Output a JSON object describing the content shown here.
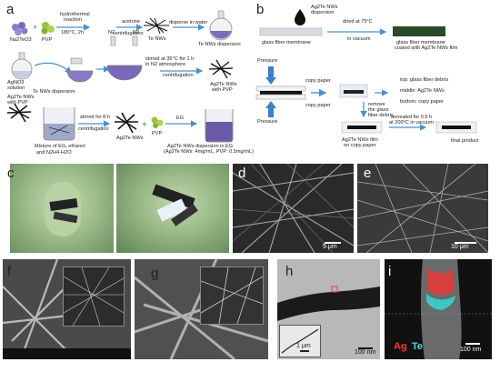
{
  "panels": {
    "a": "a",
    "b": "b",
    "c": "c",
    "d": "d",
    "e": "e",
    "f": "f",
    "g": "g",
    "h": "h",
    "i": "i"
  },
  "a": {
    "na2teo3": "Na2TeO3",
    "pvp": "PVP",
    "hydrothermal_1": "hydrothermal",
    "hydrothermal_2": "reaction",
    "hydrothermal_3": "180°C, 2h",
    "acetone": "acetone",
    "centrifugation_1": "centrifugation",
    "te_nws": "Te NWs",
    "disperse": "disperse in water",
    "te_dispersion_1": "Te NWs dispersion",
    "agno3_1": "AgNO3",
    "agno3_2": "solution",
    "n2_a": "N2",
    "n2_b": "N2",
    "te_dispersion_2": "Te NWs dispersion",
    "stirred_1": "stirred at 35°C for 1 h",
    "stirred_2": "in N2 atmosphere",
    "centrifugation_2": "centrifugation",
    "ag2te_pvp_1a": "Ag2Te NWs",
    "ag2te_pvp_1b": "with PVP",
    "ag2te_pvp_2a": "Ag2Te NWs",
    "ag2te_pvp_2b": "with PVP",
    "stirred8_1": "stirred for 8 h",
    "centrifugation_3": "centrifugation",
    "mixture_1": "Mixture of EG, ethanol",
    "mixture_2": "and N2H4·H2O",
    "ag2te_nws": "Ag2Te NWs",
    "pvp2": "PVP",
    "eg": "EG",
    "eg_disp_1": "Ag2Te NWs dispersion in EG",
    "eg_disp_2": "(Ag2Te NWs: 4mg/mL, PVP: 0.5mg/mL)"
  },
  "b": {
    "ag2te_disp_1": "Ag2Te NWs",
    "ag2te_disp_2": "dispersion",
    "glass_fiber": "glass fiber membrane",
    "dried_1": "dried at 75°C",
    "dried_2": "in vacuum",
    "coated_1": "glass fiber membrane",
    "coated_2": "coated with Ag2Te NWs film",
    "pressure_top": "Pressure",
    "copy_paper_top": "copy paper",
    "copy_paper_bottom": "copy paper",
    "pressure_bottom": "Pressure",
    "top_layer": "top: glass fiber debris",
    "middle_layer": "middle: Ag2Te NWs",
    "bottom_layer": "bottom: copy paper",
    "remove_1": "remove",
    "remove_2": "the glass",
    "remove_3": "fiber debris",
    "film_on_paper_1": "Ag2Te NWs film",
    "film_on_paper_2": "on copy paper",
    "annealed_1": "annealed for 0.5 h",
    "annealed_2": "at 200°C in vacuum",
    "final": "final product"
  },
  "scalebars": {
    "d": "5 μm",
    "e": "10 μm",
    "h_inset": "1 μm",
    "h": "100 nm",
    "i": "100 nm"
  },
  "eds": {
    "ag": "Ag",
    "te": "Te"
  },
  "colors": {
    "flask_purple": "#8a78c0",
    "arrow_blue": "#4a90d0",
    "ag_red": "#ff3030",
    "te_cyan": "#30e0e0",
    "glove_green": "#9fbf8a"
  }
}
